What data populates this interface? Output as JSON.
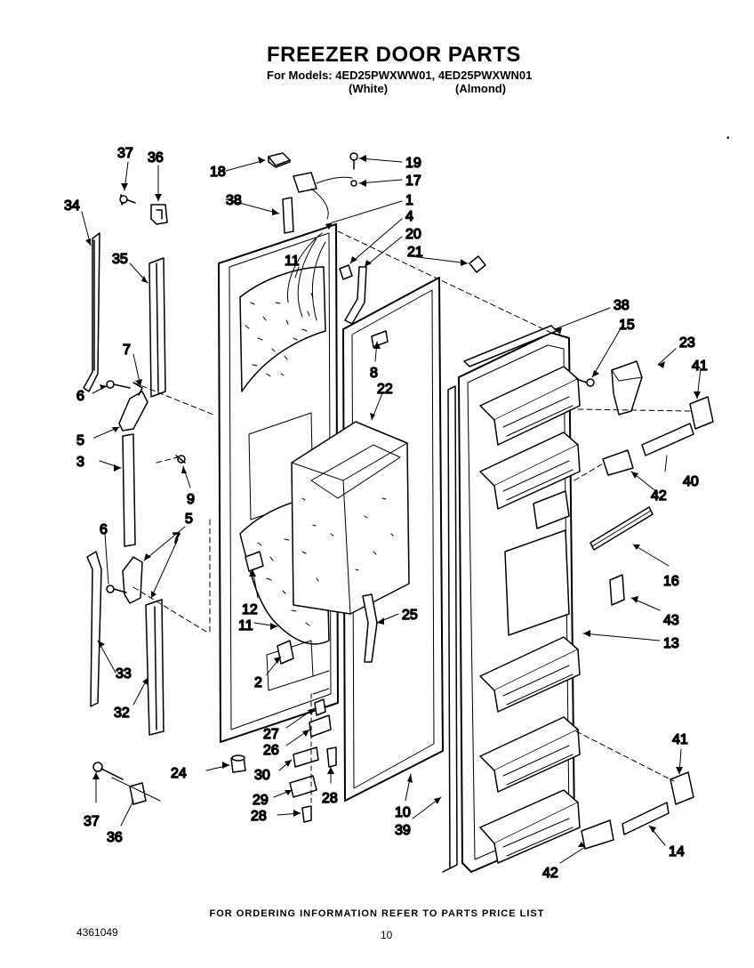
{
  "header": {
    "title": "FREEZER DOOR PARTS",
    "models": "For Models: 4ED25PWXWW01, 4ED25PWXWN01",
    "variant_white": "(White)",
    "variant_almond": "(Almond)"
  },
  "corner_mark": "•",
  "callouts": {
    "c37a": "37",
    "c36a": "36",
    "c34": "34",
    "c35": "35",
    "c7a": "7",
    "c6a": "6",
    "c5a": "5",
    "c3": "3",
    "c9": "9",
    "c5b": "5",
    "c6b": "6",
    "c7b": "7",
    "c33": "33",
    "c32": "32",
    "c37b": "37",
    "c36b": "36",
    "c18": "18",
    "c38a": "38",
    "c19": "19",
    "c17": "17",
    "c1": "1",
    "c4": "4",
    "c20": "20",
    "c21": "21",
    "c11a": "11",
    "c8": "8",
    "c22": "22",
    "c12": "12",
    "c11b": "11",
    "c2": "2",
    "c25": "25",
    "c27": "27",
    "c26": "26",
    "c24": "24",
    "c30": "30",
    "c29": "29",
    "c28a": "28",
    "c28b": "28",
    "c10": "10",
    "c39": "39",
    "c38b": "38",
    "c15": "15",
    "c23": "23",
    "c41a": "41",
    "c40": "40",
    "c42a": "42",
    "c16": "16",
    "c43": "43",
    "c13": "13",
    "c41b": "41",
    "c14": "14",
    "c42b": "42"
  },
  "footer": {
    "note": "FOR ORDERING INFORMATION REFER TO PARTS PRICE LIST",
    "doc_number": "4361049",
    "page_number": "10"
  }
}
